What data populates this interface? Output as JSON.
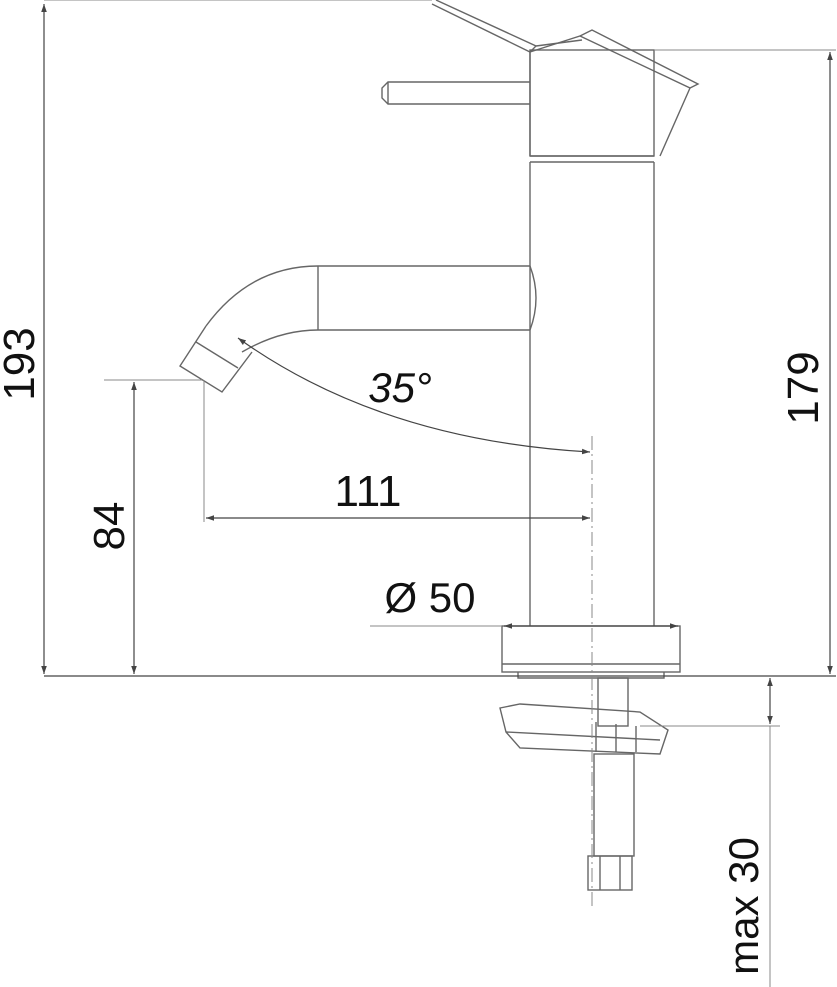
{
  "dimensions": {
    "total_height": "193",
    "body_height": "179",
    "spout_height": "84",
    "spout_reach": "111",
    "spout_angle": "35°",
    "base_diameter": "Ø 50",
    "max_thickness": "max 30"
  },
  "colors": {
    "line": "#666666",
    "dimension": "#444444",
    "text": "#111111",
    "background": "#ffffff"
  }
}
